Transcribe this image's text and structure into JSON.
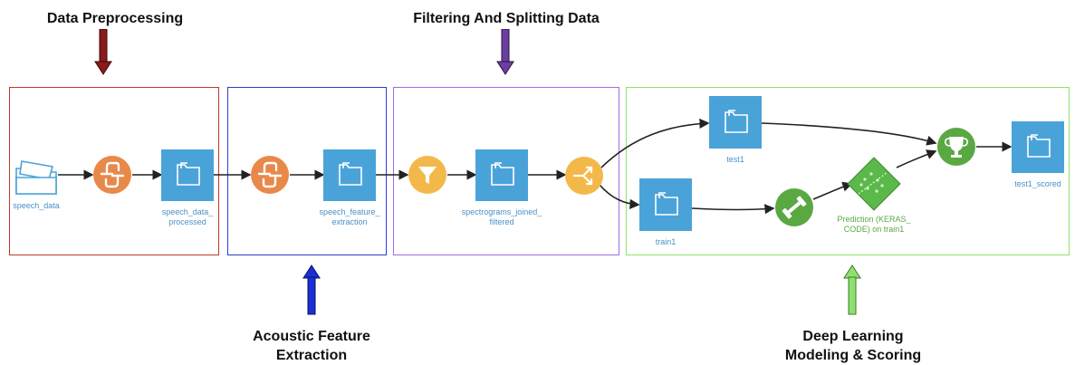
{
  "stages": {
    "preprocessing": {
      "title": "Data Preprocessing",
      "color": "#c0392b"
    },
    "acoustic": {
      "title_line1": "Acoustic Feature",
      "title_line2": "Extraction",
      "color": "#2a3fcf"
    },
    "filtering": {
      "title": "Filtering And Splitting Data",
      "color": "#a56be8"
    },
    "deep_learning": {
      "title_line1": "Deep Learning",
      "title_line2": "Modeling & Scoring",
      "color": "#8de36a"
    }
  },
  "arrow_colors": {
    "brown": "#8b1a1a",
    "blue": "#1a2fd6",
    "purple": "#6b3fa0",
    "green": "#8fe070"
  },
  "nodes": {
    "speech_data": {
      "label": "speech_data",
      "icon": "open-folder-icon"
    },
    "python_recipe_1": {
      "icon": "python-recipe-icon"
    },
    "speech_data_processed": {
      "label_line1": "speech_data_",
      "label_line2": "processed",
      "icon": "folder-icon"
    },
    "python_recipe_2": {
      "icon": "python-recipe-icon"
    },
    "speech_feature_extraction": {
      "label_line1": "speech_feature_",
      "label_line2": "extraction",
      "icon": "folder-icon"
    },
    "filter_recipe": {
      "icon": "filter-icon"
    },
    "spectrograms_joined_filtered": {
      "label_line1": "spectrograms_joined_",
      "label_line2": "filtered",
      "icon": "folder-icon"
    },
    "split_recipe": {
      "icon": "split-icon"
    },
    "test1": {
      "label": "test1",
      "icon": "folder-icon"
    },
    "train1": {
      "label": "train1",
      "icon": "folder-icon"
    },
    "train_recipe": {
      "icon": "dumbbell-icon"
    },
    "prediction_model": {
      "label_line1": "Prediction (KERAS_",
      "label_line2": "CODE) on train1",
      "icon": "model-icon"
    },
    "score_recipe": {
      "icon": "trophy-icon"
    },
    "test1_scored": {
      "label": "test1_scored",
      "icon": "folder-icon"
    }
  },
  "colors": {
    "dataset": "#4aa3d8",
    "python": "#e8894a",
    "filter": "#f2b94a",
    "ml": "#5aa842",
    "model": "#5bb84a",
    "label_blue": "#4a90c7",
    "label_green": "#5aa842",
    "edge": "#222222"
  }
}
